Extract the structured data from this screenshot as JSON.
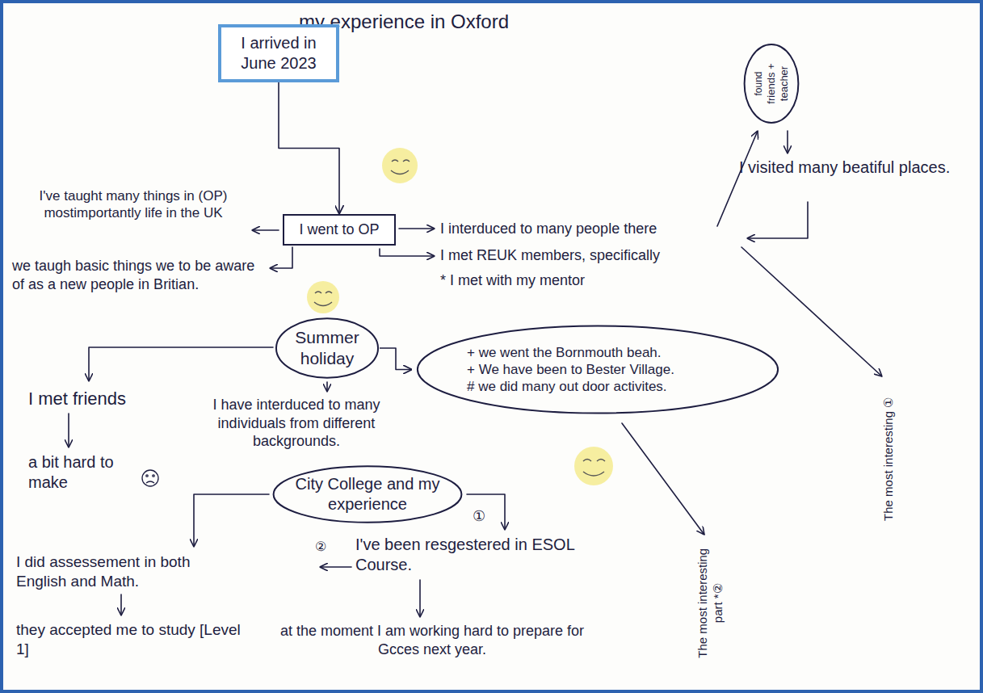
{
  "diagram": {
    "title": "my experience in Oxford",
    "nodes": [
      {
        "text": [
          "I arrived in June 2023"
        ]
      },
      {
        "text": [
          "found",
          "friends + teacher"
        ]
      },
      {
        "text": [
          "I went to OP"
        ]
      },
      {
        "text": [
          "Summer holiday"
        ]
      },
      {
        "text": [
          "+ we went the Bornmouth beah.",
          "+ We have been to Bester Village.",
          "# we did many out door activites."
        ]
      },
      {
        "text": [
          "City College and my experience"
        ]
      }
    ],
    "edges": [
      {
        "from": 0,
        "to": 2,
        "arrow": "to"
      },
      {
        "from": 3,
        "to": 4,
        "arrow": "to"
      }
    ],
    "labels": [
      "I've taught many things in (OP) mostimportantly life in the UK",
      "we taugh basic things we to be aware of as a new people in Britian.",
      "I interduced to many people there",
      "I visited many beatiful places.",
      "I met REUK members, specifically",
      "* I met with my mentor",
      "I met friends",
      "a bit hard to make",
      "I have interduced to many individuals from different backgrounds.",
      "I did assessement in both English and Math.",
      "they accepted me to study [Level 1]",
      "I've been resgestered in ESOL Course.",
      "at the moment I am working hard to prepare for Gcces next year.",
      "①",
      "②",
      "The most interesting part *②",
      "The most interesting ①"
    ]
  }
}
